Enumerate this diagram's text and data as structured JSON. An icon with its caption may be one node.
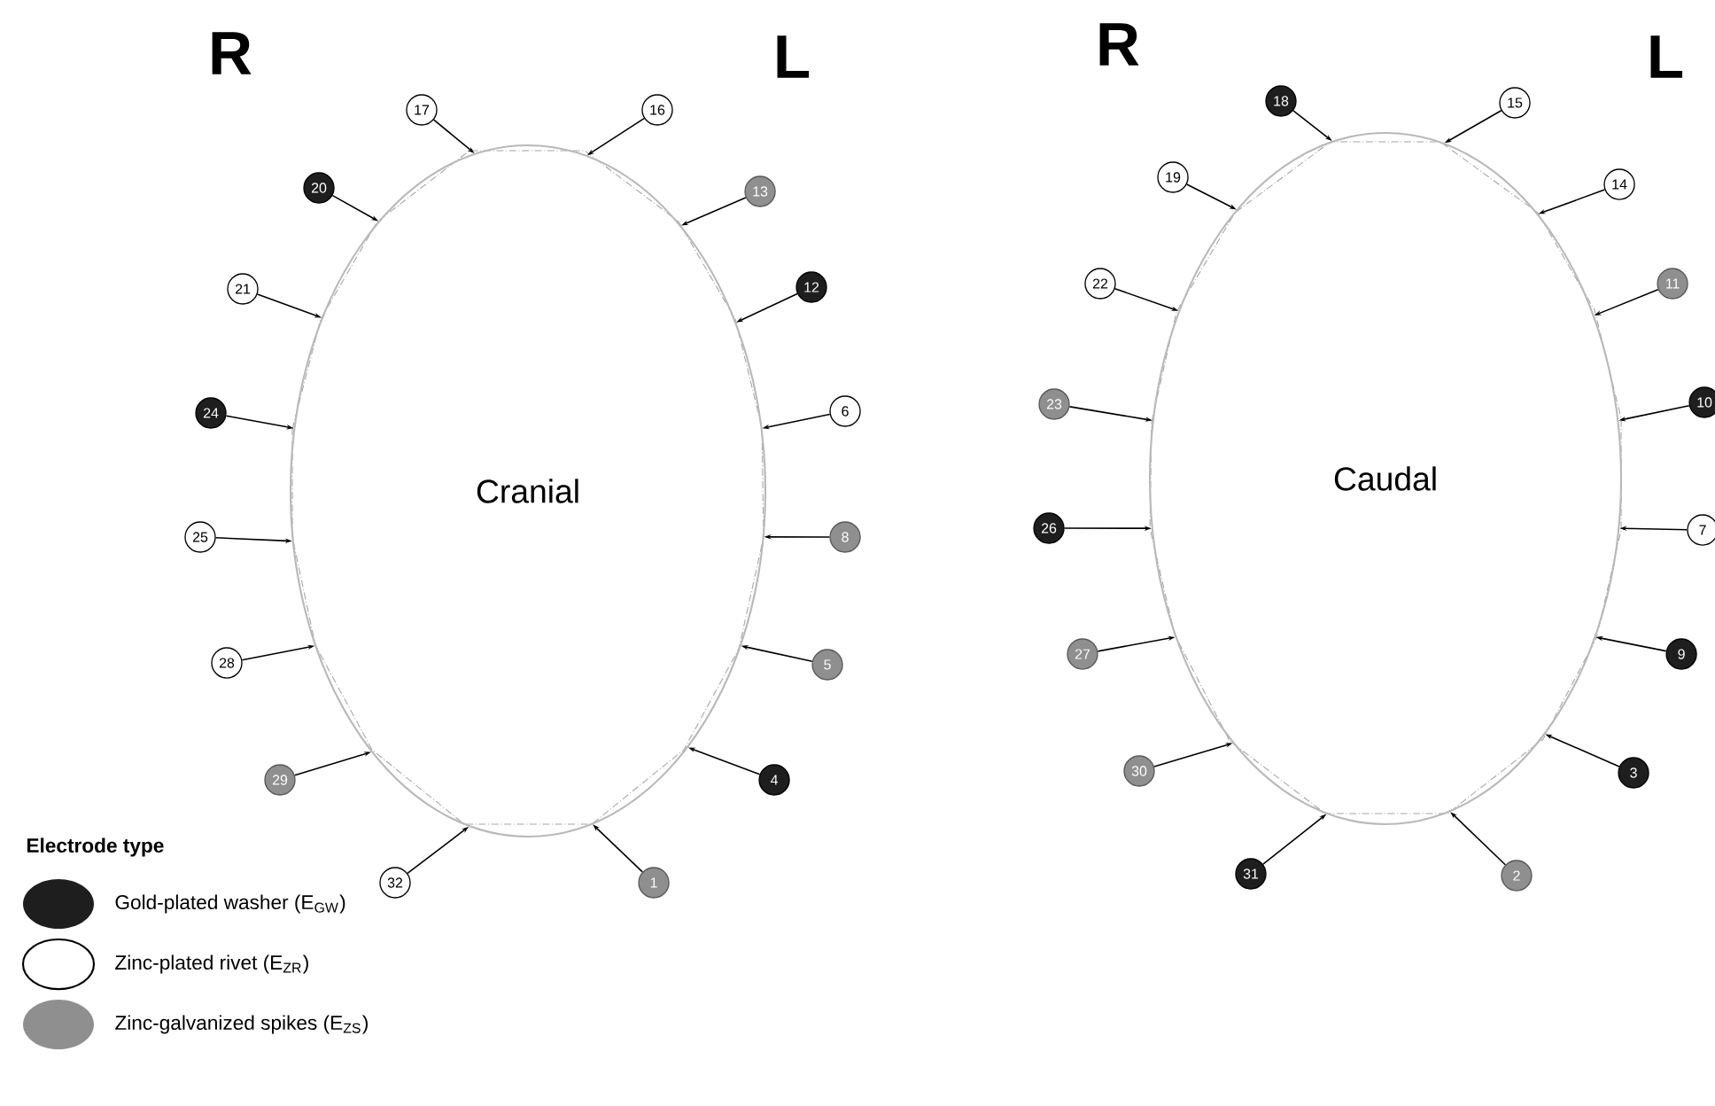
{
  "diagram": {
    "nodes": [
      {
        "text": [
          "Cranial"
        ]
      },
      {
        "text": [
          "17"
        ]
      },
      {
        "text": [
          "16"
        ]
      },
      {
        "text": [
          "20"
        ]
      },
      {
        "text": [
          "13"
        ]
      },
      {
        "text": [
          "21"
        ]
      },
      {
        "text": [
          "12"
        ]
      },
      {
        "text": [
          "24"
        ]
      },
      {
        "text": [
          "6"
        ]
      },
      {
        "text": [
          "25"
        ]
      },
      {
        "text": [
          "8"
        ]
      },
      {
        "text": [
          "28"
        ]
      },
      {
        "text": [
          "5"
        ]
      },
      {
        "text": [
          "29"
        ]
      },
      {
        "text": [
          "4"
        ]
      },
      {
        "text": [
          "32"
        ]
      },
      {
        "text": [
          "1"
        ]
      },
      {
        "text": [
          "Caudal"
        ]
      },
      {
        "text": [
          "18"
        ]
      },
      {
        "text": [
          "15"
        ]
      },
      {
        "text": [
          "19"
        ]
      },
      {
        "text": [
          "14"
        ]
      },
      {
        "text": [
          "22"
        ]
      },
      {
        "text": [
          "11"
        ]
      },
      {
        "text": [
          "23"
        ]
      },
      {
        "text": [
          "10"
        ]
      },
      {
        "text": [
          "26"
        ]
      },
      {
        "text": [
          "7"
        ]
      },
      {
        "text": [
          "27"
        ]
      },
      {
        "text": [
          "9"
        ]
      },
      {
        "text": [
          "30"
        ]
      },
      {
        "text": [
          "3"
        ]
      },
      {
        "text": [
          "31"
        ]
      },
      {
        "text": [
          "2"
        ]
      }
    ],
    "edges": [
      {
        "from": 1,
        "to": 0,
        "arrow": "to"
      },
      {
        "from": 2,
        "to": 0,
        "arrow": "to"
      },
      {
        "from": 3,
        "to": 0,
        "arrow": "to"
      },
      {
        "from": 4,
        "to": 0,
        "arrow": "to"
      },
      {
        "from": 5,
        "to": 0,
        "arrow": "to"
      },
      {
        "from": 6,
        "to": 0,
        "arrow": "to"
      },
      {
        "from": 7,
        "to": 0,
        "arrow": "to"
      },
      {
        "from": 8,
        "to": 0,
        "arrow": "to"
      },
      {
        "from": 9,
        "to": 0,
        "arrow": "to"
      },
      {
        "from": 10,
        "to": 0,
        "arrow": "to"
      },
      {
        "from": 11,
        "to": 0,
        "arrow": "to"
      },
      {
        "from": 12,
        "to": 0,
        "arrow": "to"
      },
      {
        "from": 13,
        "to": 0,
        "arrow": "to"
      },
      {
        "from": 14,
        "to": 0,
        "arrow": "to"
      },
      {
        "from": 15,
        "to": 0,
        "arrow": "to"
      },
      {
        "from": 16,
        "to": 0,
        "arrow": "to"
      },
      {
        "from": 18,
        "to": 17,
        "arrow": "to"
      },
      {
        "from": 19,
        "to": 17,
        "arrow": "to"
      },
      {
        "from": 20,
        "to": 17,
        "arrow": "to"
      },
      {
        "from": 21,
        "to": 17,
        "arrow": "to"
      },
      {
        "from": 22,
        "to": 17,
        "arrow": "to"
      },
      {
        "from": 23,
        "to": 17,
        "arrow": "to"
      },
      {
        "from": 24,
        "to": 17,
        "arrow": "to"
      },
      {
        "from": 25,
        "to": 17,
        "arrow": "to"
      },
      {
        "from": 26,
        "to": 17,
        "arrow": "to"
      },
      {
        "from": 27,
        "to": 17,
        "arrow": "to"
      },
      {
        "from": 28,
        "to": 17,
        "arrow": "to"
      },
      {
        "from": 29,
        "to": 17,
        "arrow": "to"
      },
      {
        "from": 30,
        "to": 17,
        "arrow": "to"
      },
      {
        "from": 31,
        "to": 17,
        "arrow": "to"
      },
      {
        "from": 32,
        "to": 17,
        "arrow": "to"
      },
      {
        "from": 33,
        "to": 17,
        "arrow": "to"
      }
    ],
    "labels": [
      "R",
      "L",
      "R",
      "L",
      "Electrode type"
    ],
    "legend": [
      {
        "text": "Gold-plated washer (E$_{GW}$)",
        "color": "#1e1e1e"
      },
      {
        "text": "Zinc-plated rivet (E$_{ZR}$)"
      },
      {
        "text": "Zinc-galvanized spikes (E$_{ZS}$)",
        "color": "#8f8f8f"
      }
    ]
  }
}
